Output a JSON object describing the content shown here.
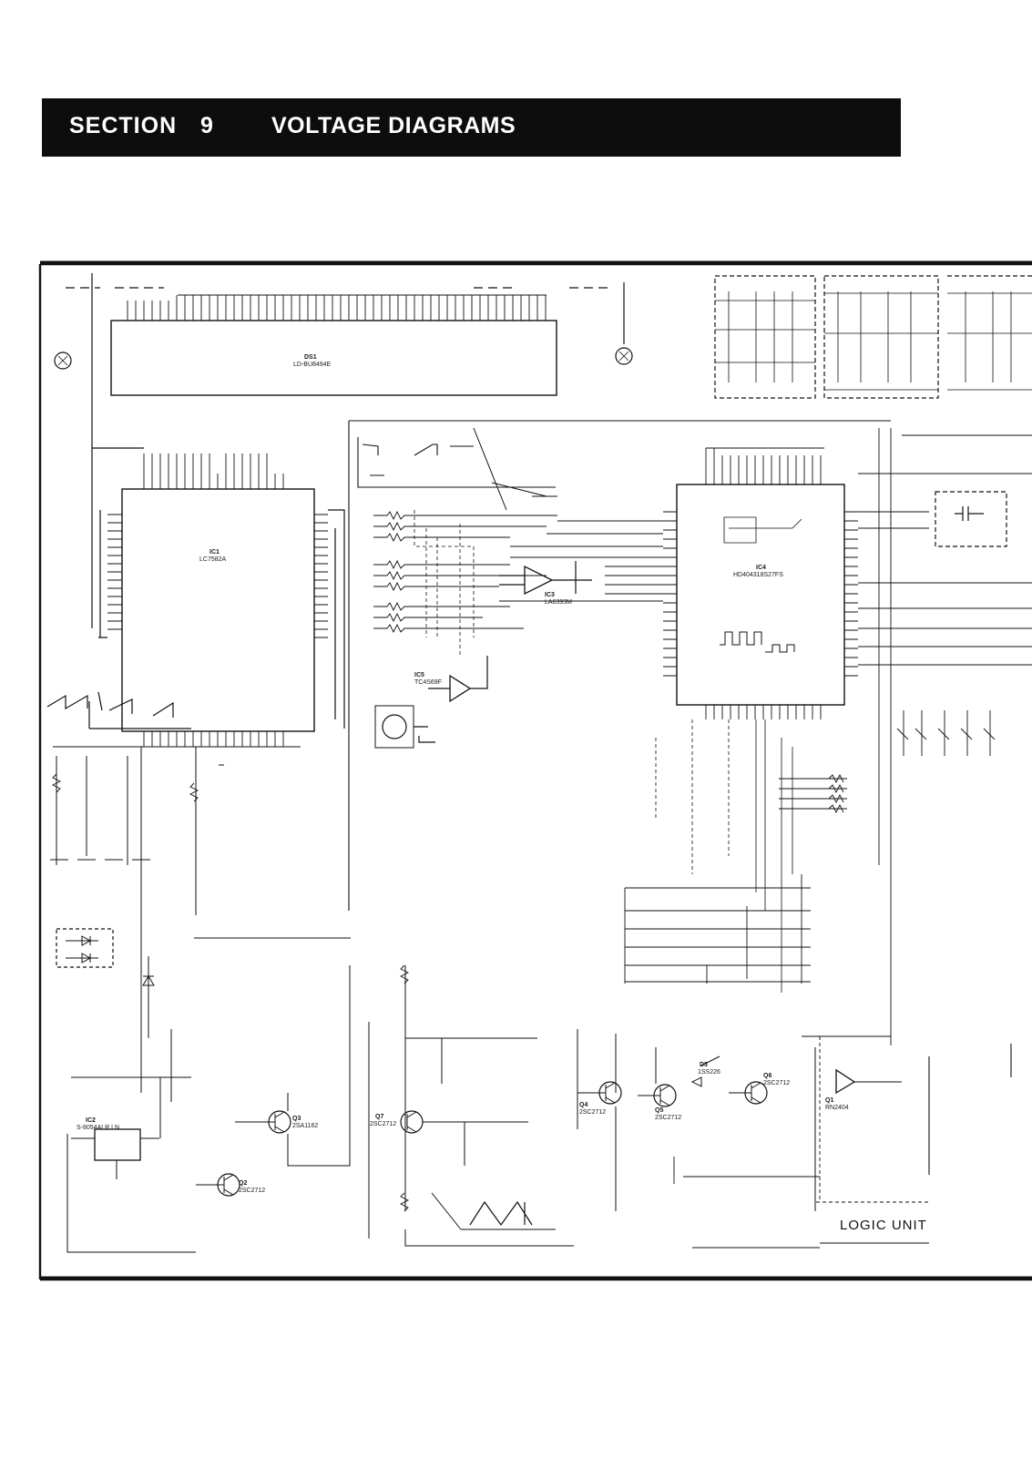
{
  "header": {
    "section_label": "SECTION",
    "section_number": "9",
    "title": "VOLTAGE DIAGRAMS"
  },
  "components": {
    "ds1": {
      "ref": "DS1",
      "part": "LD-BU8494E"
    },
    "ic1": {
      "ref": "IC1",
      "part": "LC7582A"
    },
    "ic2": {
      "ref": "IC2",
      "part": "S-8054ALR LN"
    },
    "ic3": {
      "ref": "IC3",
      "part": "LA6393M"
    },
    "ic4": {
      "ref": "IC4",
      "part": "HD404318S27FS"
    },
    "ic5": {
      "ref": "IC5",
      "part": "TC4S69F"
    },
    "q1": {
      "ref": "Q1",
      "part": "RN2404"
    },
    "q2": {
      "ref": "Q2",
      "part": "2SC2712"
    },
    "q3": {
      "ref": "Q3",
      "part": "2SA1162"
    },
    "q4": {
      "ref": "Q4",
      "part": "2SC2712"
    },
    "q5": {
      "ref": "Q5",
      "part": "2SC2712"
    },
    "q6": {
      "ref": "Q6",
      "part": "2SC2712"
    },
    "q7": {
      "ref": "Q7",
      "part": "2SC2712"
    },
    "d3": {
      "ref": "D3",
      "part": "1SS226"
    }
  },
  "notes": {
    "logic_unit": "LOGIC UNIT"
  }
}
